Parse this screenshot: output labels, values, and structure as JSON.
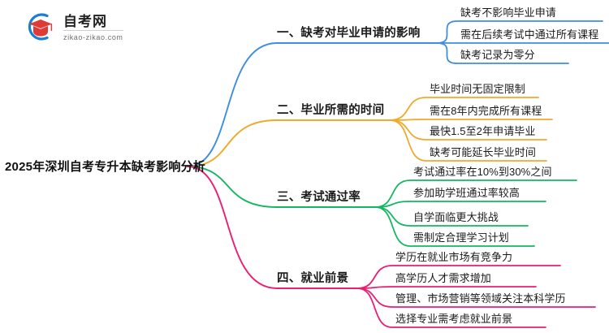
{
  "logo": {
    "name_cn": "自考网",
    "name_en": "zikao-zikao.com",
    "mark_icon": "graduation-cap-icon",
    "arc_color": "#1a7fd4",
    "cap_color": "#e03a36"
  },
  "mindmap": {
    "root": {
      "label": "2025年深圳自考专升本缺考影响分析"
    },
    "branches": [
      {
        "label": "一、缺考对毕业申请的影响",
        "color": "#3d8ee0",
        "children": [
          {
            "label": "缺考不影响毕业申请"
          },
          {
            "label": "需在后续考试中通过所有课程"
          },
          {
            "label": "缺考记录为零分"
          }
        ]
      },
      {
        "label": "二、毕业所需的时间",
        "color": "#f0a92b",
        "children": [
          {
            "label": "毕业时间无固定限制"
          },
          {
            "label": "需在8年内完成所有课程"
          },
          {
            "label": "最快1.5至2年申请毕业"
          },
          {
            "label": "缺考可能延长毕业时间"
          }
        ]
      },
      {
        "label": "三、考试通过率",
        "color": "#13b761",
        "children": [
          {
            "label": "考试通过率在10%到30%之间"
          },
          {
            "label": "参加助学班通过率较高"
          },
          {
            "label": "自学面临更大挑战"
          },
          {
            "label": "需制定合理学习计划"
          }
        ]
      },
      {
        "label": "四、就业前景",
        "color": "#ec1d74",
        "children": [
          {
            "label": "学历在就业市场有竞争力"
          },
          {
            "label": "高学历人才需求增加"
          },
          {
            "label": "管理、市场营销等领域关注本科学历"
          },
          {
            "label": "选择专业需考虑就业前景"
          }
        ]
      }
    ]
  }
}
